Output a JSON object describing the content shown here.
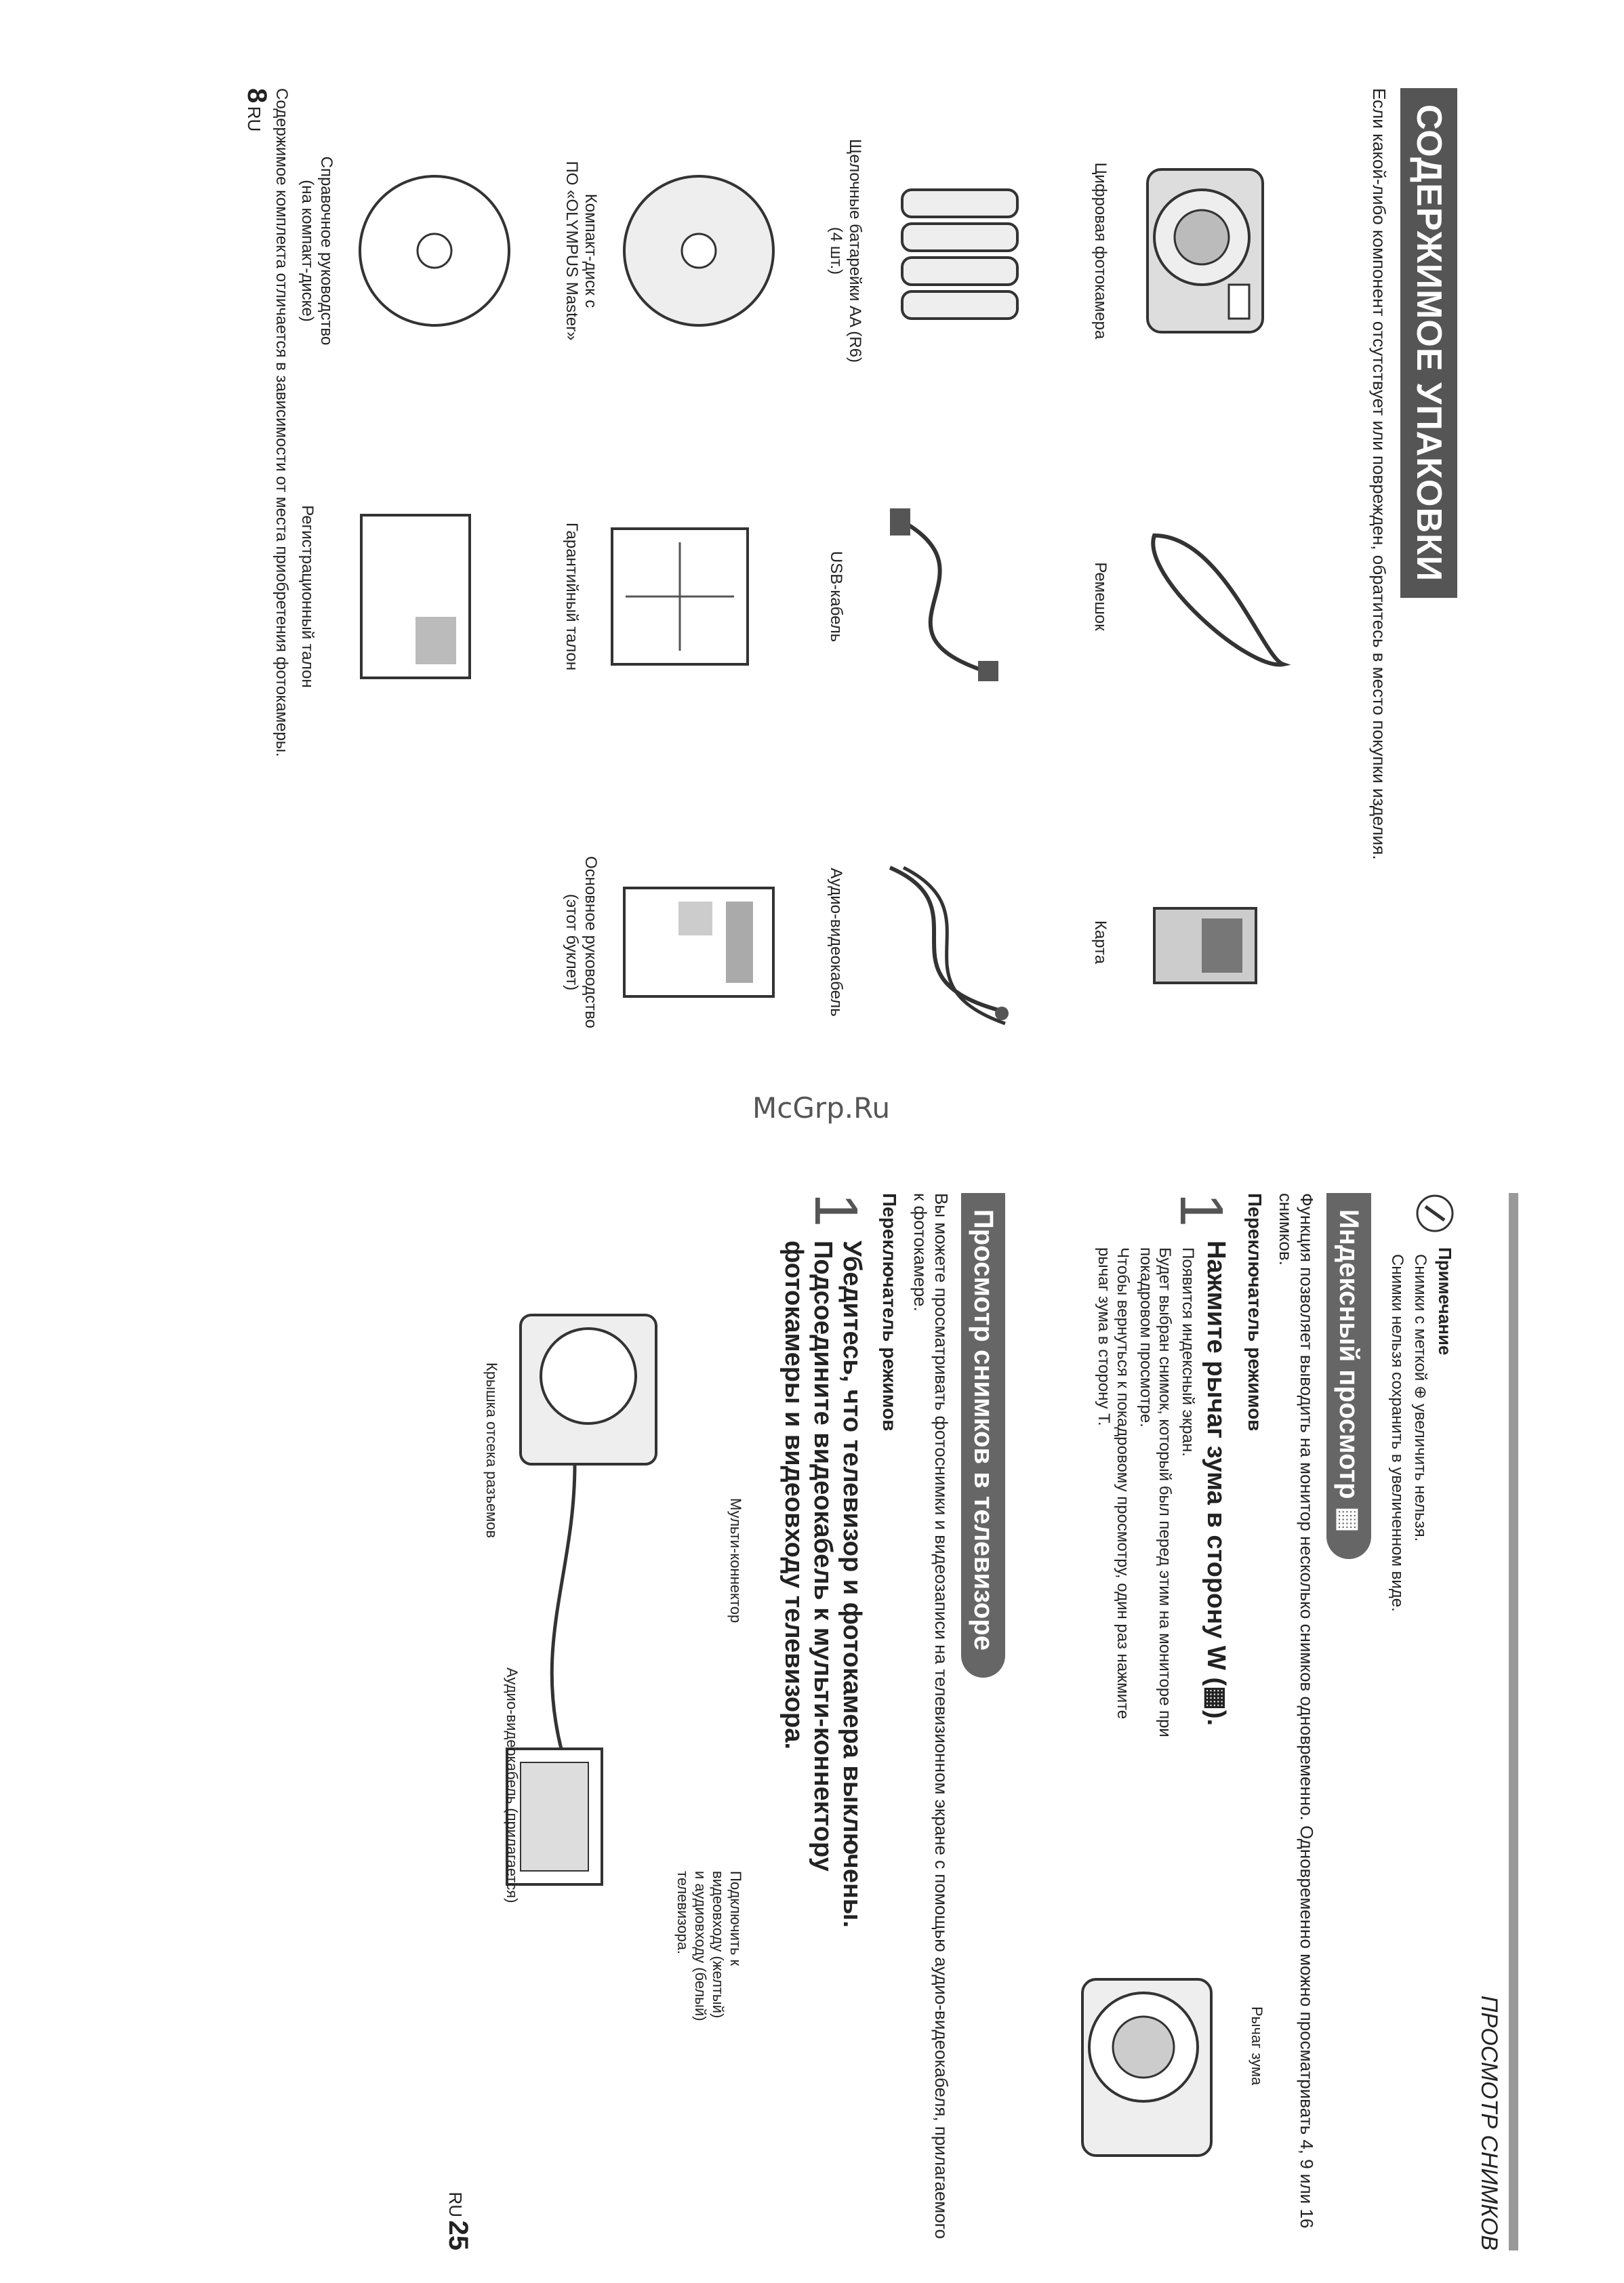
{
  "watermark": "McGrp.Ru",
  "page1": {
    "title": "СОДЕРЖИМОЕ УПАКОВКИ",
    "intro": "Если какой-либо компонент отсутствует или поврежден, обратитесь в место покупки изделия.",
    "items": [
      {
        "label": "Цифровая фотокамера",
        "icon": "camera-icon"
      },
      {
        "label": "Ремешок",
        "icon": "strap-icon"
      },
      {
        "label": "Карта",
        "icon": "card-icon"
      },
      {
        "label": "Щелочные батарейки AA (R6)\n(4 шт.)",
        "icon": "battery-icon"
      },
      {
        "label": "USB-кабель",
        "icon": "usb-cable-icon"
      },
      {
        "label": "Аудио-видеокабель",
        "icon": "av-cable-icon"
      },
      {
        "label": "Компакт-диск с\nПО «OLYMPUS Master»",
        "icon": "cd-icon"
      },
      {
        "label": "Гарантийный талон",
        "icon": "warranty-icon"
      },
      {
        "label": "Основное руководство\n(этот буклет)",
        "icon": "manual-icon"
      },
      {
        "label": "Справочное руководство\n(на компакт-диске)",
        "icon": "cd-icon"
      },
      {
        "label": "Регистрационный талон",
        "icon": "registration-icon"
      }
    ],
    "footer": "Содержимое комплекта отличается в зависимости от места приобретения фотокамеры.",
    "page_number": "8",
    "lang": "RU"
  },
  "page2": {
    "header": "ПРОСМОТР СНИМКОВ",
    "note_title": "Примечание",
    "note_items": [
      "Снимки с меткой ⊕ увеличить нельзя.",
      "Снимки нельзя сохранить в увеличенном виде."
    ],
    "section1_title": "Индексный просмотр ▦",
    "section1_text": "Функция позволяет выводить на монитор несколько снимков одновременно. Одновременно можно просматривать 4, 9 или 16 снимков.",
    "mode_selector": "Переключатель режимов",
    "step1_num": "1",
    "step1_title": "Нажмите рычаг зума в сторону W (▦).",
    "step1_bullets": [
      "Появится индексный экран.",
      "Будет выбран снимок, который был перед этим на мониторе при покадровом просмотре.",
      "Чтобы вернуться к покадровому просмотру, один раз нажмите рычаг зума в сторону T."
    ],
    "zoom_lever": "Рычаг зума",
    "section2_title": "Просмотр снимков в телевизоре",
    "section2_text": "Вы можете просматривать фотоснимки и видеозаписи на телевизионном экране с помощью аудио-видеокабеля, прилагаемого к фотокамере.",
    "step2_num": "1",
    "step2_title": "Убедитесь, что телевизор и фотокамера выключены. Подсоедините видеокабель к мульти-коннектору фотокамеры и видеовходу телевизора.",
    "callout_multi": "Мульти-коннектор",
    "callout_connect": "Подключить к\nвидеовходу (желтый)\nи аудиовходу (белый)\nтелевизора.",
    "callout_av": "Аудио-видеокабель (прилагается)",
    "callout_cover": "Крышка отсека разъемов",
    "page_number": "25",
    "lang": "RU"
  }
}
